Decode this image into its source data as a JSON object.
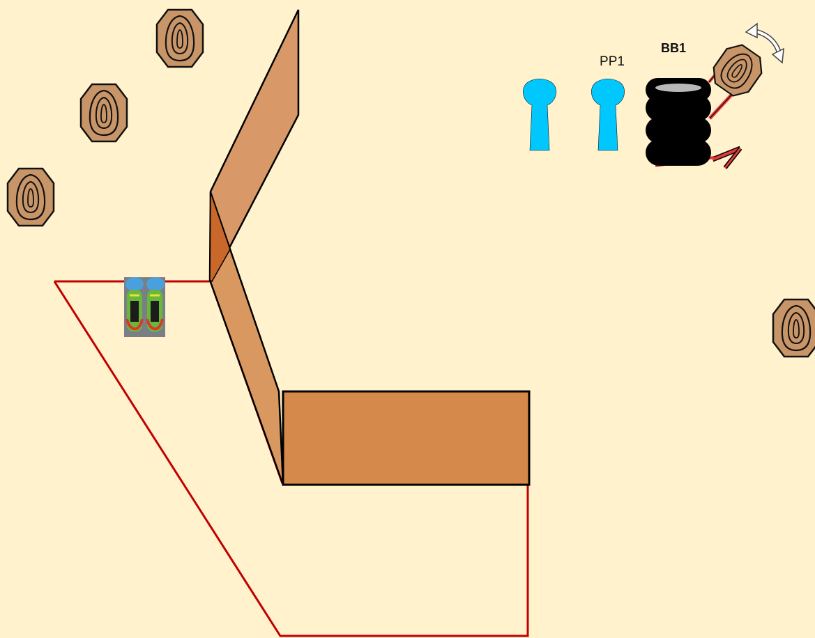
{
  "stage": {
    "background_color": "#fff2cc",
    "colors": {
      "wall": "#d58a4b",
      "wall_dark": "#c9682a",
      "fault_line": "#c00000",
      "target": "#c89568",
      "popper": "#00c8ff",
      "barrel": "#000000",
      "swinger_frame": "#e03a3a"
    },
    "labels": {
      "popper": "PP1",
      "barrel_target": "BB1"
    },
    "icons": {
      "paper_target": "octagon-target-icon",
      "popper": "popper-icon",
      "barrel": "tire-stack-icon",
      "start_position": "shoes-icon",
      "swing": "rotate-arrows-icon"
    },
    "elements": {
      "paper_targets": 4,
      "poppers": 2,
      "swinging_targets": 1
    }
  }
}
